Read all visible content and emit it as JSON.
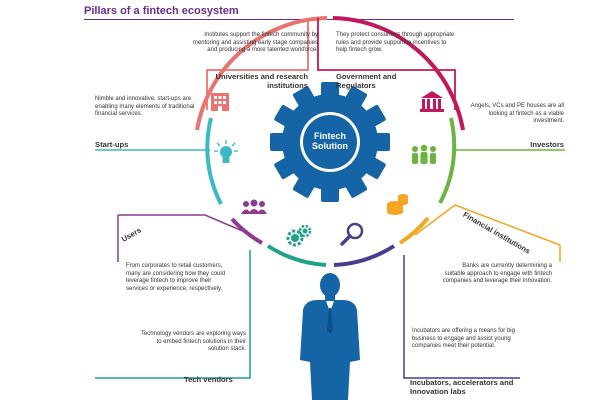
{
  "title": "Pillars of a fintech ecosystem",
  "hub": {
    "line1": "Fintech",
    "line2": "Solution"
  },
  "pillars": {
    "universities": {
      "label_line1": "Universities and research",
      "label_line2": "institutions",
      "desc": "Institutes support the fintech community by mentoring and assisting early stage companies and producing a more talented workforce.",
      "color": "#e8736f"
    },
    "government": {
      "label_line1": "Government and",
      "label_line2": "Regulators",
      "desc": "They protect consumers through appropriate rules and provide supportive incentives to help fintech grow.",
      "color": "#c2185b"
    },
    "startups": {
      "label": "Start-ups",
      "desc": "Nimble and innovative, start-ups are enabling many elements of traditional financial services.",
      "color": "#3bb9c4"
    },
    "investors": {
      "label": "Investors",
      "desc": "Angels, VCs and PE houses are all looking at fintech as a viable investment.",
      "color": "#6cb33f"
    },
    "users": {
      "label": "Users",
      "desc": "From corporates to retail customers, many are considering how they could leverage fintech to improve their services or experience, respectively.",
      "color": "#8e3a8f"
    },
    "financial": {
      "label": "Financial institutions",
      "desc": "Banks are currently determining a suitable approach to engage with fintech companies and leverage their innovation.",
      "color": "#f5a623"
    },
    "tech_vendors": {
      "label": "Tech vendors",
      "desc": "Technology vendors are exploring ways to embed fintech solutions in their solution stack.",
      "color": "#1fa28a"
    },
    "incubators": {
      "label_line1": "Incubators, accelerators and",
      "label_line2": "Innovation labs",
      "desc": "Incubators are offering a means for big business to engage and assist young companies meet their potential.",
      "color": "#4a3c8c"
    }
  },
  "colors": {
    "gear": "#1565a6",
    "title": "#6a2c91",
    "person": "#1565a6"
  },
  "icons": [
    "building-icon",
    "bank-icon",
    "lightbulb-icon",
    "people-group-icon",
    "users-icon",
    "coins-icon",
    "gears-icon",
    "magnifier-icon",
    "businessman-silhouette"
  ]
}
